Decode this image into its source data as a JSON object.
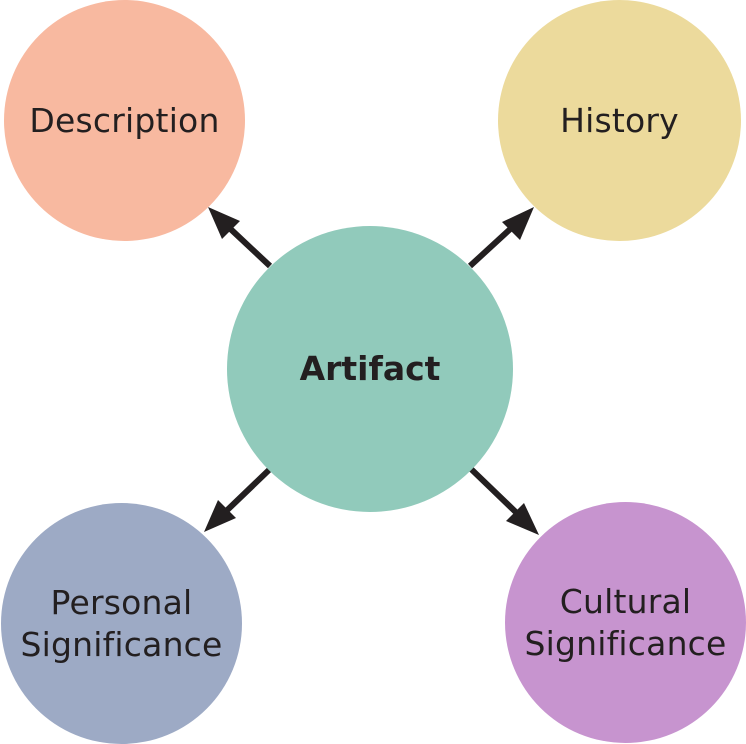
{
  "diagram": {
    "center": {
      "label": "Artifact",
      "color": "#91cabb"
    },
    "nodes": [
      {
        "id": "description",
        "label": "Description",
        "color": "#f8b9a0"
      },
      {
        "id": "history",
        "label": "History",
        "color": "#ecda9c"
      },
      {
        "id": "personal",
        "label": "Personal Significance",
        "line1": "Personal",
        "line2": "Significance",
        "color": "#9daac5"
      },
      {
        "id": "cultural",
        "label": "Cultural Significance",
        "line1": "Cultural",
        "line2": "Significance",
        "color": "#c794cf"
      }
    ],
    "arrow_color": "#231f20"
  }
}
